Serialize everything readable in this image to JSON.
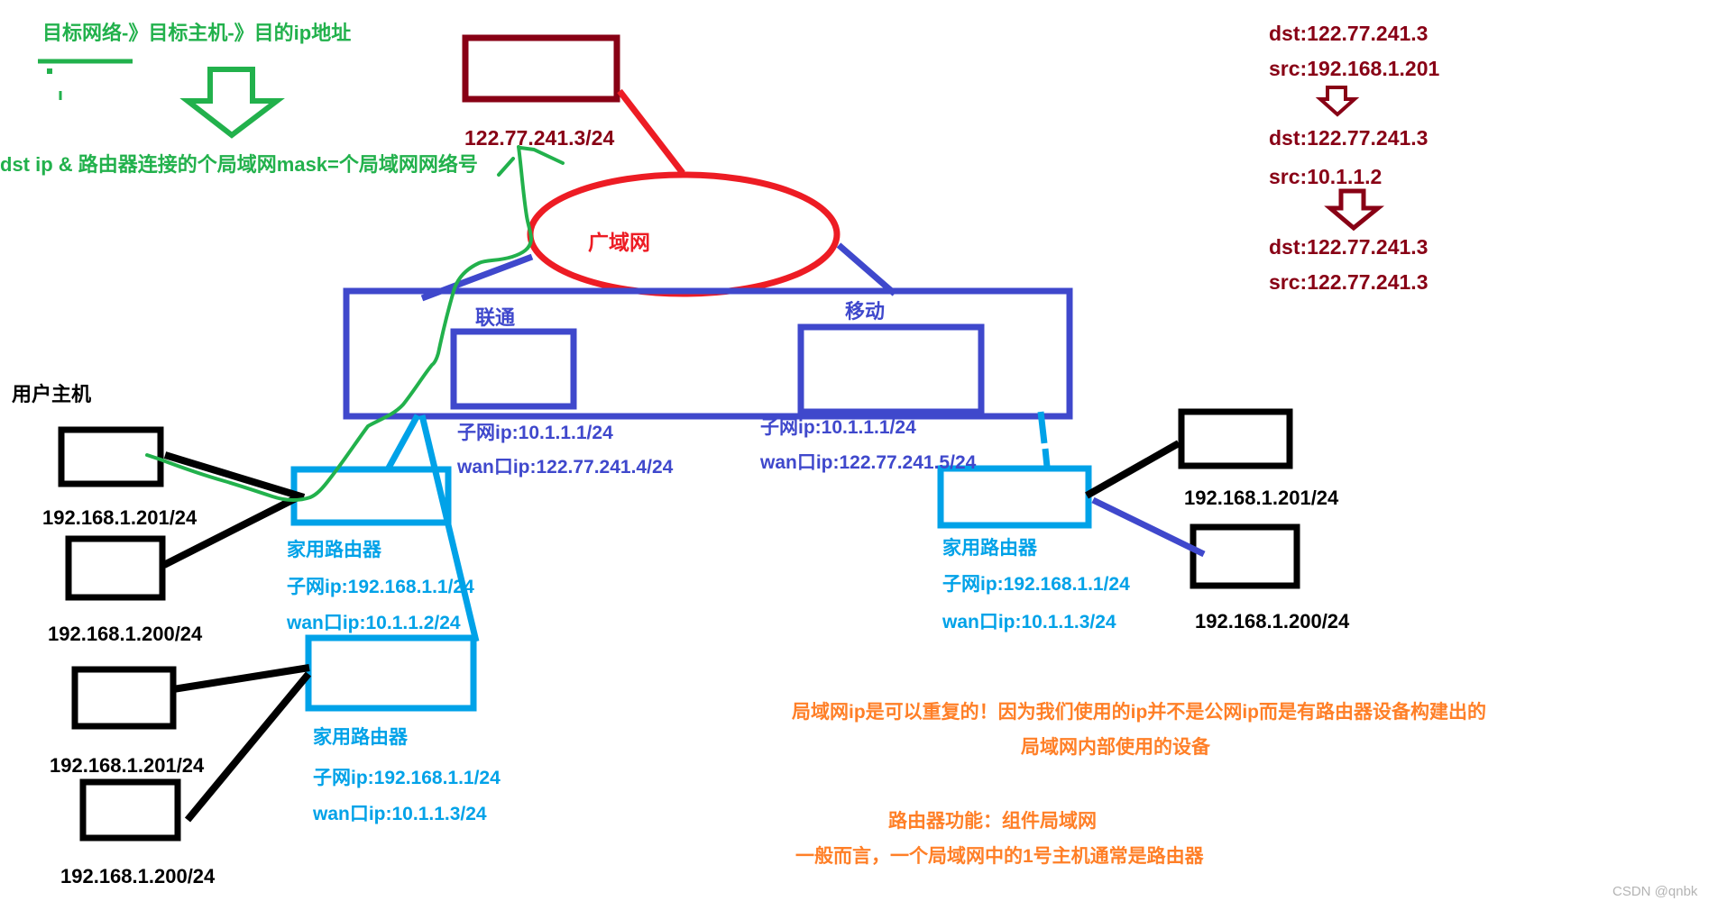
{
  "title_notes": {
    "rule_line1": "目标网络-》目标主机-》目的ip地址",
    "rule_line2": "dst ip & 路由器连接的个局域网mask=个局域网网络号"
  },
  "wan": {
    "cloud_label": "广域网",
    "public_ip_label": "122.77.241.3/24"
  },
  "isps": [
    {
      "name": "联通",
      "subnet_ip": "子网ip:10.1.1.1/24",
      "wan_ip": "wan口ip:122.77.241.4/24"
    },
    {
      "name": "移动",
      "subnet_ip": "子网ip:10.1.1.1/24",
      "wan_ip": "wan口ip:122.77.241.5/24"
    }
  ],
  "home_routers": [
    {
      "name": "家用路由器",
      "subnet_ip": "子网ip:192.168.1.1/24",
      "wan_ip": "wan口ip:10.1.1.2/24"
    },
    {
      "name": "家用路由器",
      "subnet_ip": "子网ip:192.168.1.1/24",
      "wan_ip": "wan口ip:10.1.1.3/24"
    },
    {
      "name": "家用路由器",
      "subnet_ip": "子网ip:192.168.1.1/24",
      "wan_ip": "wan口ip:10.1.1.3/24"
    }
  ],
  "hosts": {
    "section_title": "用户主机",
    "labels": [
      "192.168.1.201/24",
      "192.168.1.200/24",
      "192.168.1.201/24",
      "192.168.1.200/24",
      "192.168.1.201/24",
      "192.168.1.200/24"
    ]
  },
  "packet_trace": [
    {
      "dst": "dst:122.77.241.3",
      "src": "src:192.168.1.201"
    },
    {
      "dst": "dst:122.77.241.3",
      "src": "src:10.1.1.2"
    },
    {
      "dst": "dst:122.77.241.3",
      "src": "src:122.77.241.3"
    }
  ],
  "notes": {
    "lan_ip_line1": "局域网ip是可以重复的！因为我们使用的ip并不是公网ip而是有路由器设备构建出的",
    "lan_ip_line2": "局域网内部使用的设备",
    "router_func_line1": "路由器功能：组件局域网",
    "router_func_line2": "一般而言，一个局域网中的1号主机通常是路由器"
  },
  "watermark": "CSDN @qnbk",
  "colors": {
    "green": "#22B14C",
    "dark_red": "#880015",
    "red": "#ED1C24",
    "blue": "#3F48CC",
    "cyan": "#00A2E8",
    "orange": "#FF7F27",
    "black": "#000000",
    "watermark_gray": "#B4B4B4"
  }
}
